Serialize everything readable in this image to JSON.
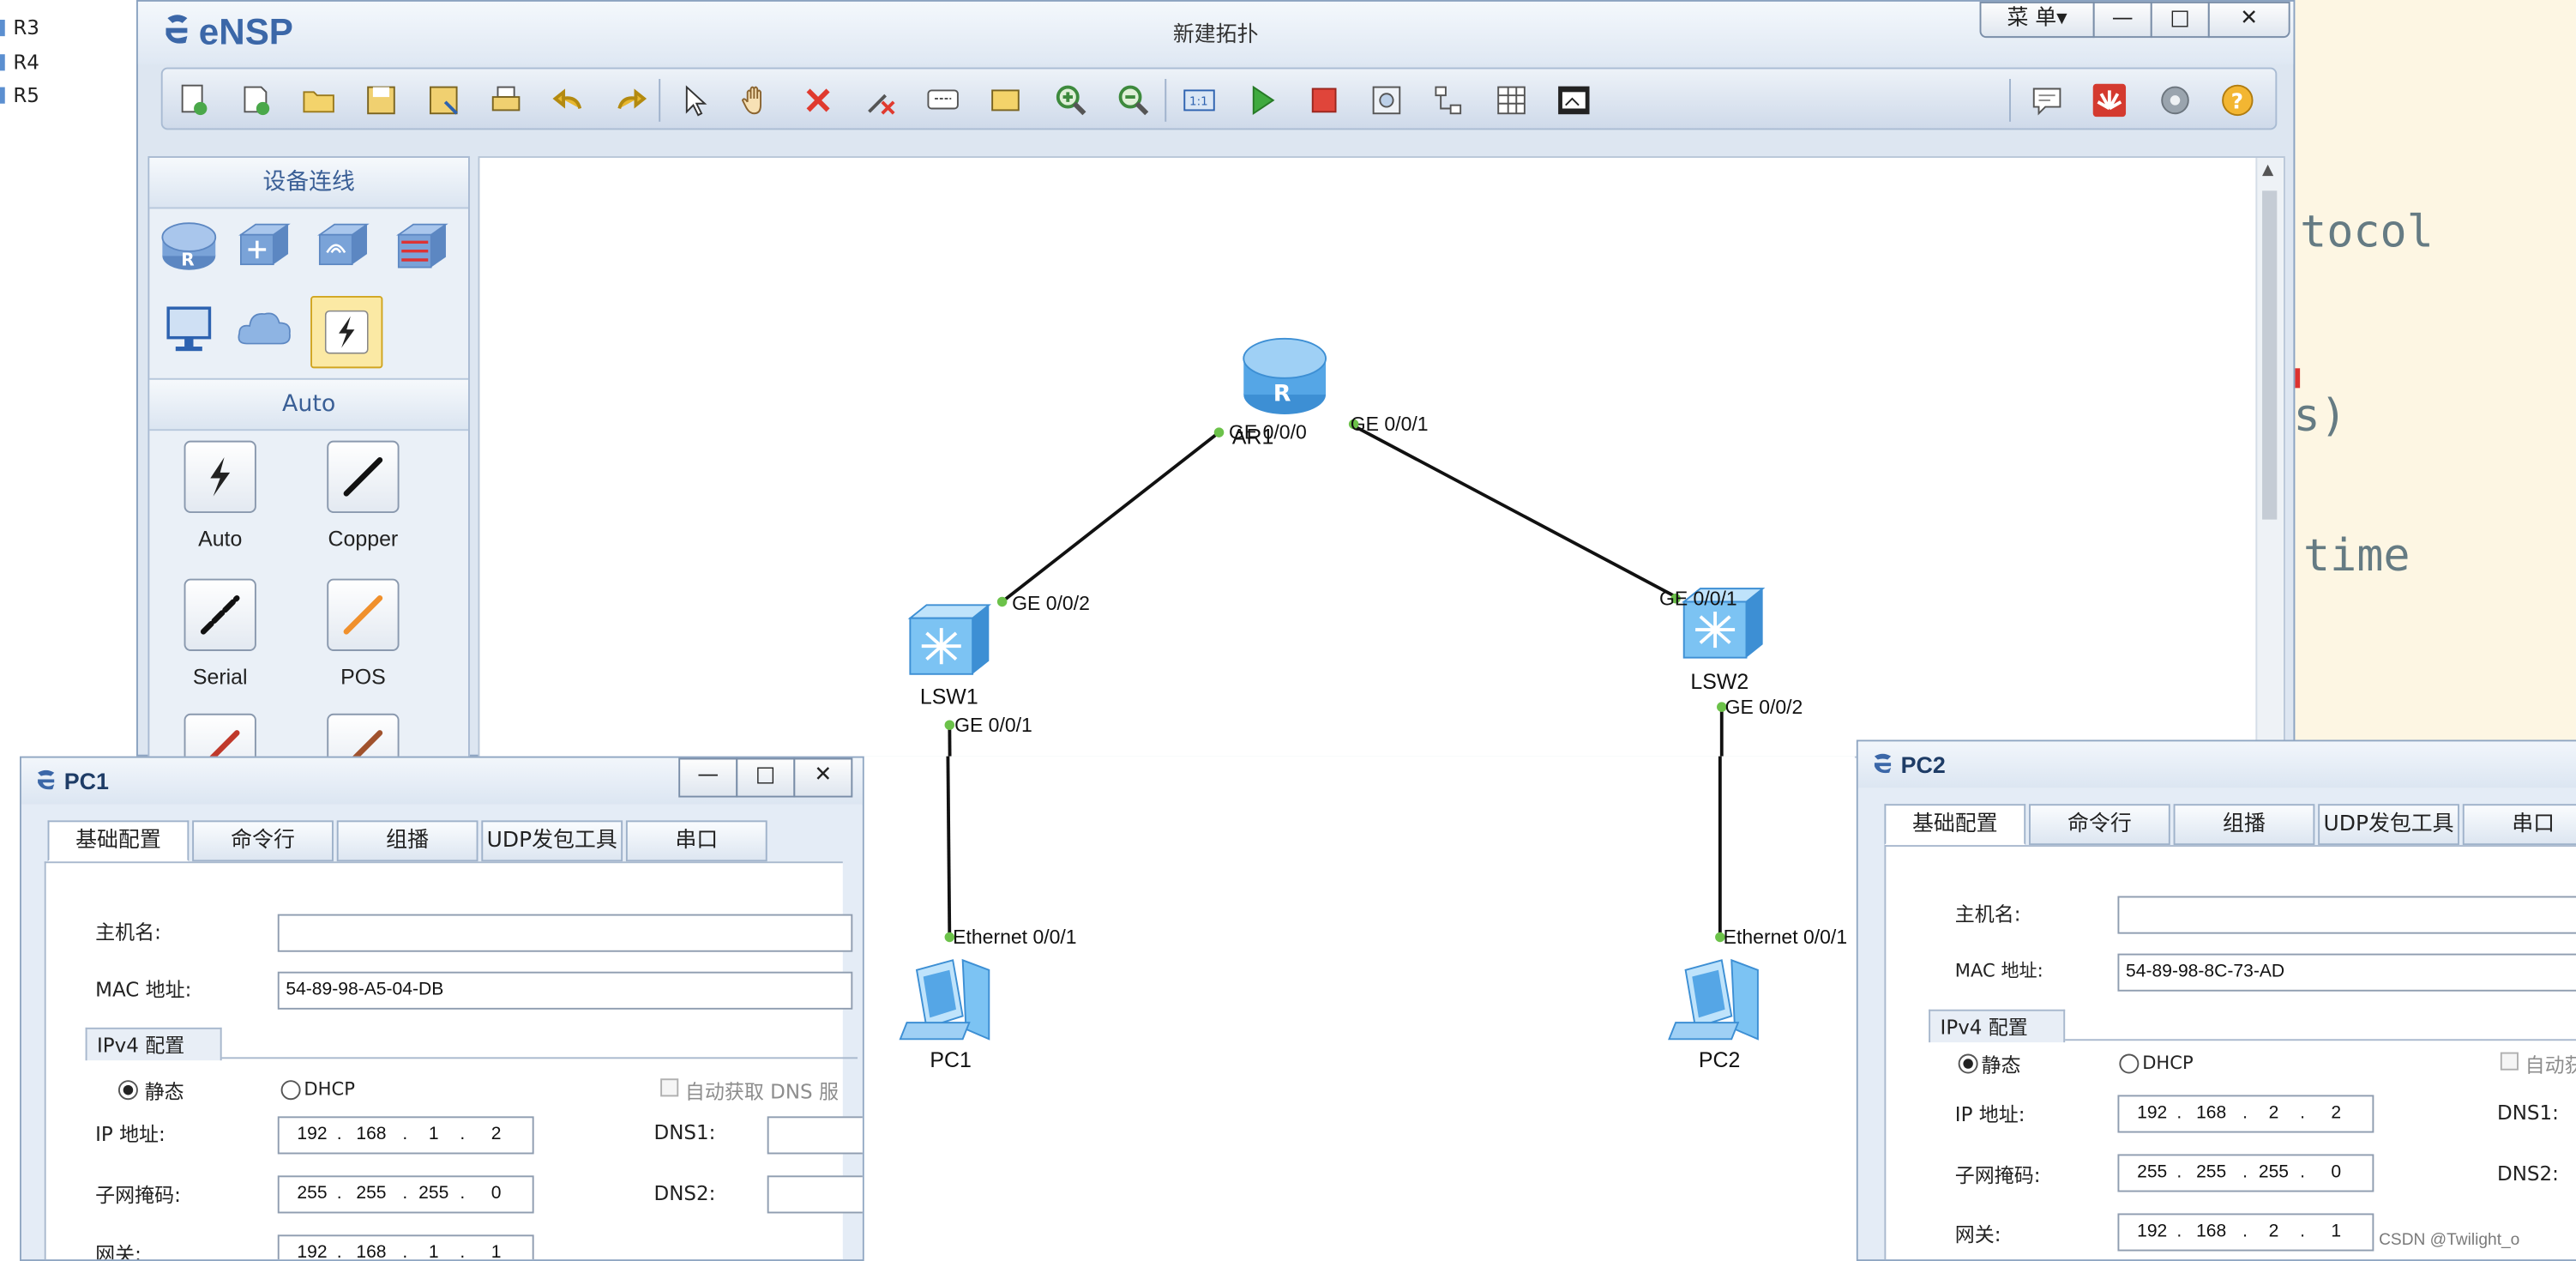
{
  "left_tree": {
    "items": [
      "R3",
      "R4",
      "R5"
    ]
  },
  "editor": {
    "line1": "tocol",
    "line2": "s)",
    "line3": "time"
  },
  "ensp": {
    "logo": "eNSP",
    "title": "新建拓扑",
    "menu_label": "菜 单▾",
    "minimize": "—",
    "maximize": "□",
    "close": "✕",
    "toolbar": [
      "new-topology",
      "new-exam",
      "open",
      "save",
      "save-as",
      "print",
      "undo",
      "redo",
      "select",
      "pan",
      "delete",
      "delete-link",
      "text",
      "palette",
      "zoom-in",
      "zoom-out",
      "fit",
      "start",
      "stop",
      "capture",
      "topology-layout",
      "grid",
      "screenshot",
      "chat",
      "huawei",
      "settings",
      "help"
    ]
  },
  "devices_panel": {
    "title": "设备连线",
    "icons": [
      "router-icon",
      "switch-icon",
      "wlan-icon",
      "firewall-icon",
      "pc-icon",
      "cloud-icon",
      "cable-icon"
    ],
    "subtitle": "Auto",
    "cables": [
      {
        "label": "Auto",
        "color": "#222222"
      },
      {
        "label": "Copper",
        "color": "#111111"
      },
      {
        "label": "Serial",
        "color": "#111111"
      },
      {
        "label": "POS",
        "color": "#f0902c"
      }
    ]
  },
  "topology": {
    "nodes": {
      "ar1": "AR1",
      "lsw1": "LSW1",
      "lsw2": "LSW2",
      "pc1": "PC1",
      "pc2": "PC2"
    },
    "ports": {
      "ar1_ge000": "GE 0/0/0",
      "ar1_ge001": "GE 0/0/1",
      "lsw1_ge002": "GE 0/0/2",
      "lsw1_ge001": "GE 0/0/1",
      "lsw2_ge001": "GE 0/0/1",
      "lsw2_ge002": "GE 0/0/2",
      "pc1_eth": "Ethernet 0/0/1",
      "pc2_eth": "Ethernet 0/0/1"
    },
    "link_color": "#111111",
    "port_dot_color": "#6cc24a"
  },
  "pc1": {
    "title": "PC1",
    "tabs": [
      "基础配置",
      "命令行",
      "组播",
      "UDP发包工具",
      "串口"
    ],
    "active_tab": "基础配置",
    "hostname_label": "主机名:",
    "hostname": "",
    "mac_label": "MAC 地址:",
    "mac": "54-89-98-A5-04-DB",
    "ipv4_group": "IPv4 配置",
    "static_label": "静态",
    "dhcp_label": "DHCP",
    "auto_dns_label": "自动获取 DNS 服",
    "ip_label": "IP 地址:",
    "ip": [
      "192",
      "168",
      "1",
      "2"
    ],
    "mask_label": "子网掩码:",
    "mask": [
      "255",
      "255",
      "255",
      "0"
    ],
    "gw_label": "网关:",
    "gw": [
      "192",
      "168",
      "1",
      "1"
    ],
    "dns1_label": "DNS1:",
    "dns2_label": "DNS2:"
  },
  "pc2": {
    "title": "PC2",
    "tabs": [
      "基础配置",
      "命令行",
      "组播",
      "UDP发包工具",
      "串口"
    ],
    "active_tab": "基础配置",
    "hostname_label": "主机名:",
    "hostname": "",
    "mac_label": "MAC 地址:",
    "mac": "54-89-98-8C-73-AD",
    "ipv4_group": "IPv4 配置",
    "static_label": "静态",
    "dhcp_label": "DHCP",
    "auto_dns_label": "自动获",
    "ip_label": "IP 地址:",
    "ip": [
      "192",
      "168",
      "2",
      "2"
    ],
    "mask_label": "子网掩码:",
    "mask": [
      "255",
      "255",
      "255",
      "0"
    ],
    "gw_label": "网关:",
    "gw": [
      "192",
      "168",
      "2",
      "1"
    ],
    "dns1_label": "DNS1:",
    "dns2_label": "DNS2:"
  },
  "watermark": "CSDN @Twilight_o",
  "colors": {
    "accent": "#3b67a8",
    "window_bg": "#dde6f1",
    "editor_bg": "#fdf6e3"
  }
}
